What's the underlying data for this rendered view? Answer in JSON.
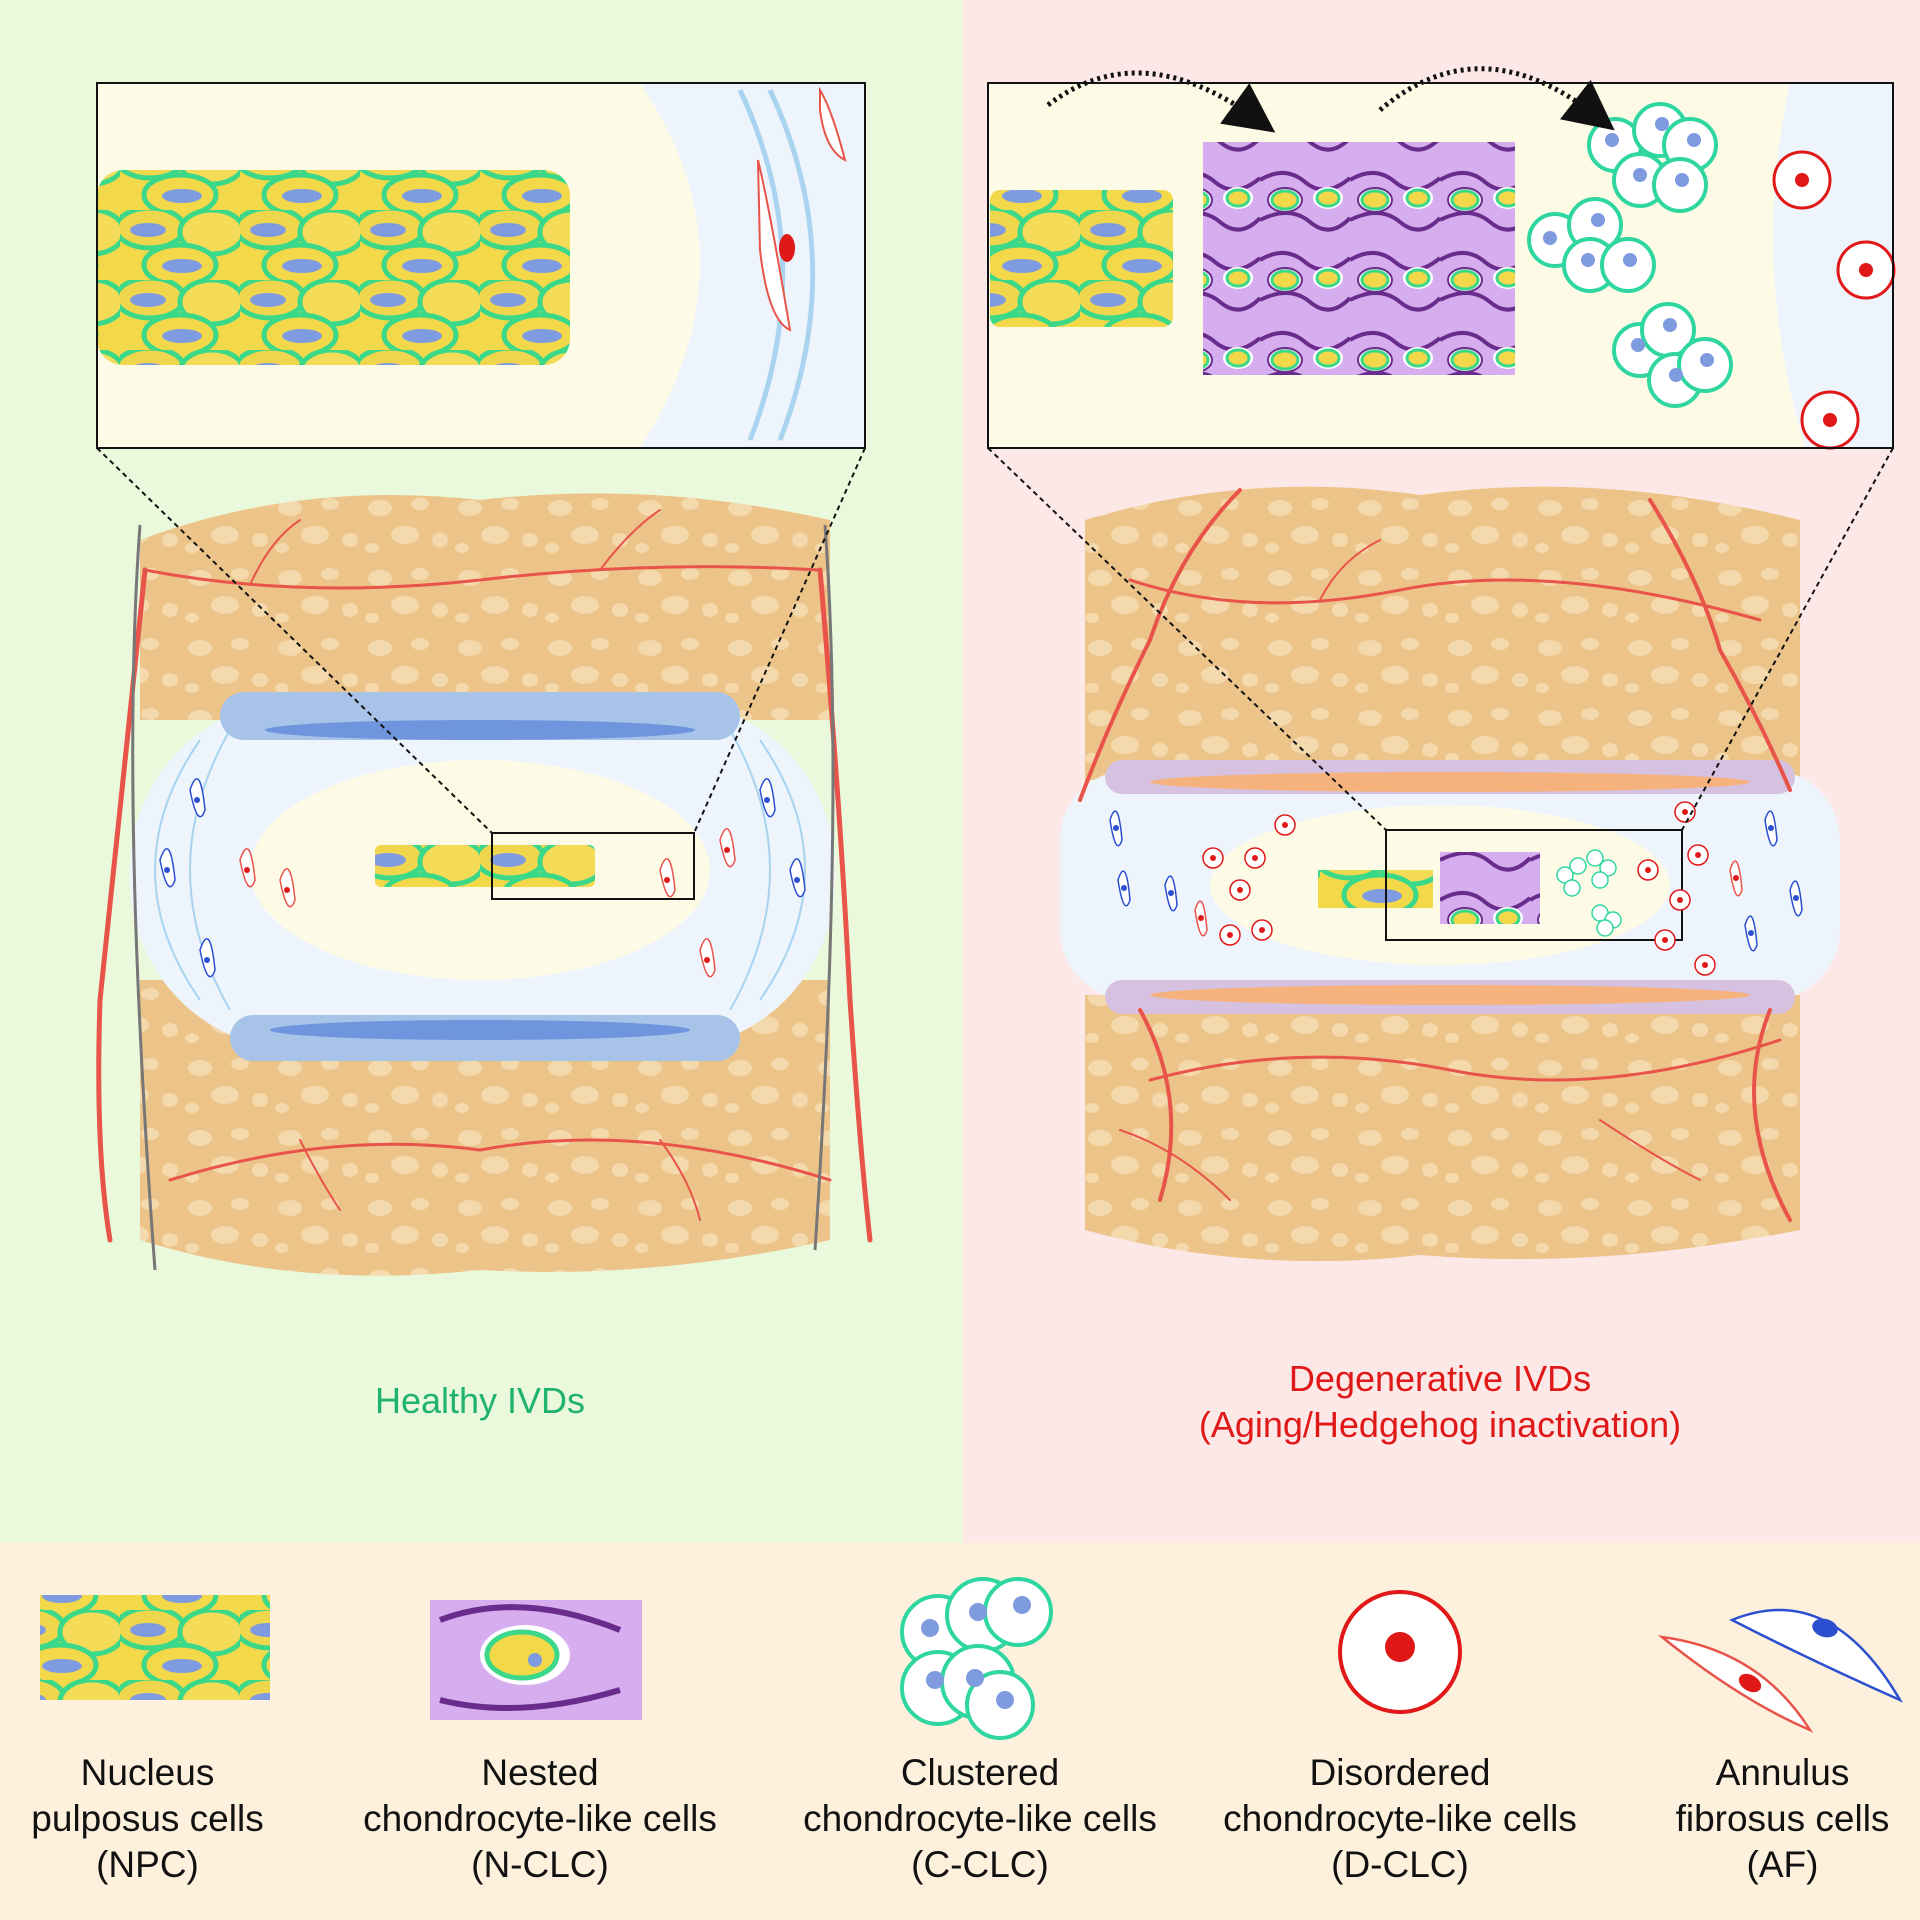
{
  "panels": {
    "healthy": {
      "title": "Healthy IVDs"
    },
    "degenerative": {
      "title_line1": "Degenerative IVDs",
      "title_line2": "(Aging/Hedgehog inactivation)"
    }
  },
  "legend": [
    {
      "line1": "Nucleus",
      "line2": "pulposus cells",
      "line3": "(NPC)"
    },
    {
      "line1": "Nested",
      "line2": "chondrocyte-like cells",
      "line3": "(N-CLC)"
    },
    {
      "line1": "Clustered",
      "line2": "chondrocyte-like cells",
      "line3": "(C-CLC)"
    },
    {
      "line1": "Disordered",
      "line2": "chondrocyte-like cells",
      "line3": "(D-CLC)"
    },
    {
      "line1": "Annulus",
      "line2": "fibrosus cells",
      "line3": "(AF)"
    }
  ],
  "colors": {
    "healthy_bg": "#eaf8dc",
    "degenerative_bg": "#fde8e8",
    "legend_bg": "#fdf0dc",
    "bone": "#ecc48a",
    "vessel": "#e8544a",
    "npc_yellow": "#f3d84a",
    "npc_green": "#39d98a",
    "npc_nucleus": "#7f9be0",
    "nested_matrix": "#d6aef0",
    "clustered_ring": "#2fd6a0",
    "disordered_red": "#e01818",
    "af_blue": "#2c4fd0",
    "healthy_text": "#1fb36b",
    "degen_text": "#e01818"
  }
}
